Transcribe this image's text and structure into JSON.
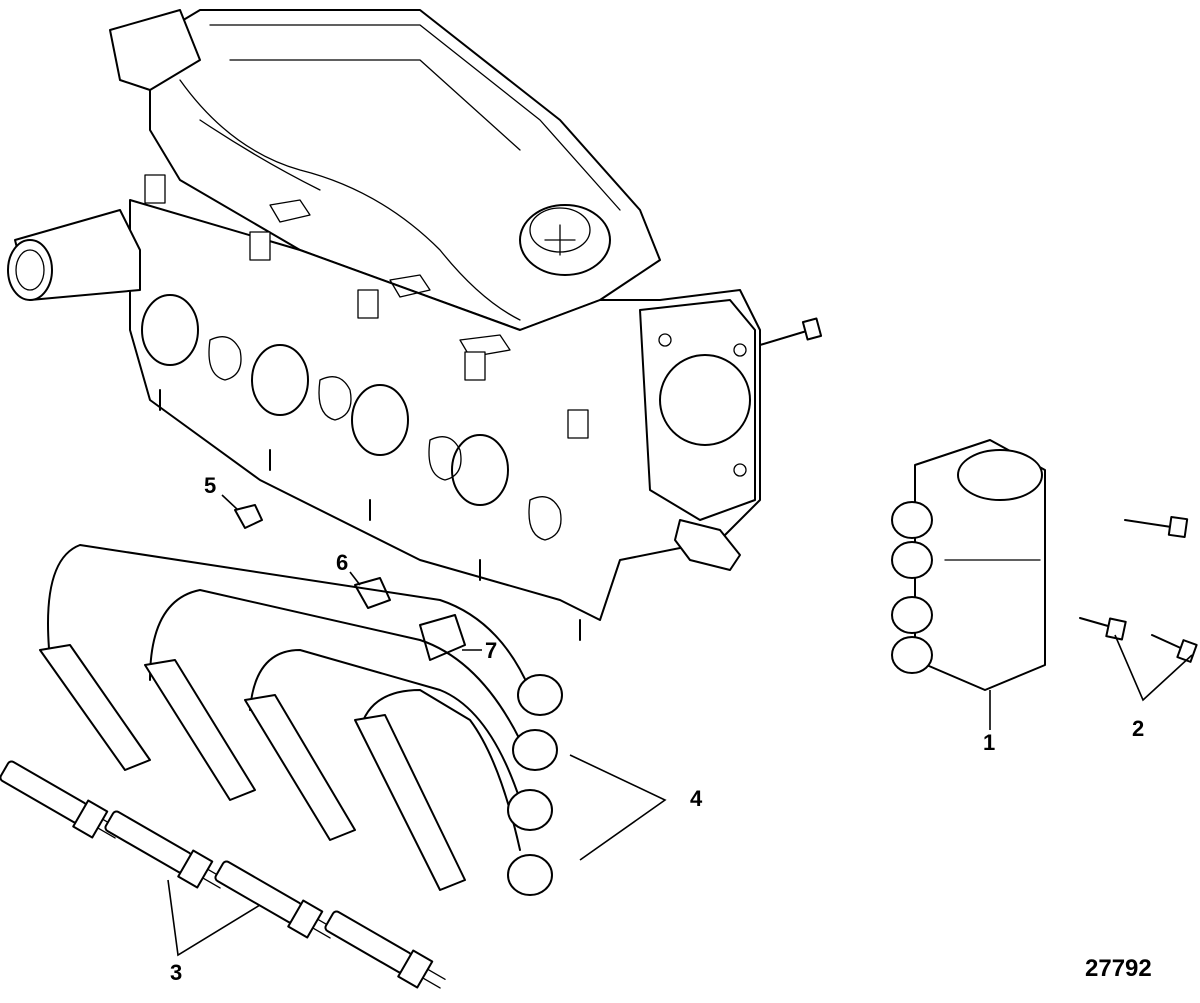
{
  "figure_number": "27792",
  "callouts": [
    {
      "id": "1",
      "label": "1"
    },
    {
      "id": "2",
      "label": "2"
    },
    {
      "id": "3",
      "label": "3"
    },
    {
      "id": "4",
      "label": "4"
    },
    {
      "id": "5",
      "label": "5"
    },
    {
      "id": "6",
      "label": "6"
    },
    {
      "id": "7",
      "label": "7"
    }
  ]
}
